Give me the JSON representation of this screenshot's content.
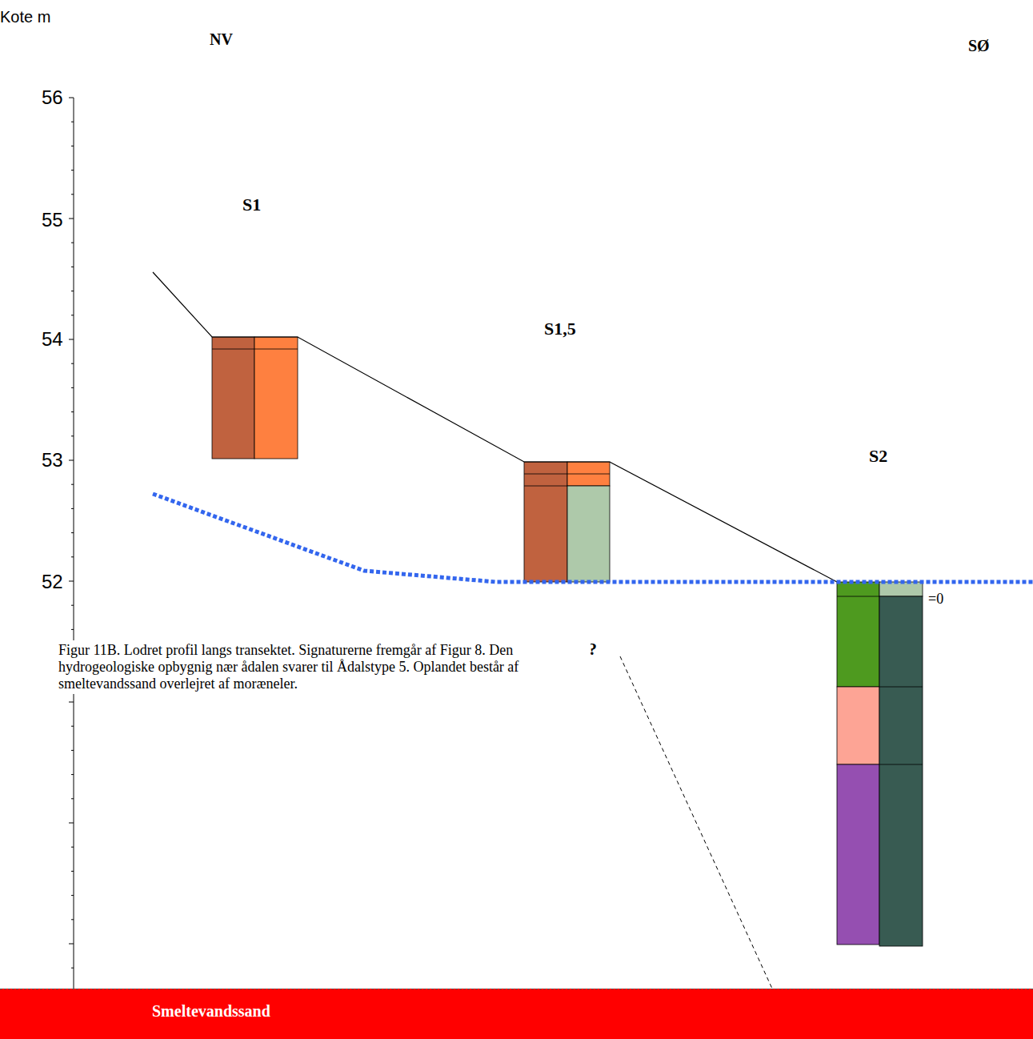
{
  "diagram": {
    "caption": "Figur 11B. Lodret profil langs transektet. Signaturerne fremgår af Figur 8. Den hydrogeologiske opbygnig nær ådalen svarer til Ådalstype 5. Oplandet består af smeltevandssand overlejret af moræneler.",
    "nodes": [
      {
        "text": [
          "Smeltevandssand"
        ]
      }
    ],
    "labels": [
      "Kote m",
      "NV",
      "SØ",
      "56",
      "55",
      "54",
      "53",
      "52",
      "S1",
      "S1,5",
      "S2",
      "=0",
      "?"
    ]
  }
}
